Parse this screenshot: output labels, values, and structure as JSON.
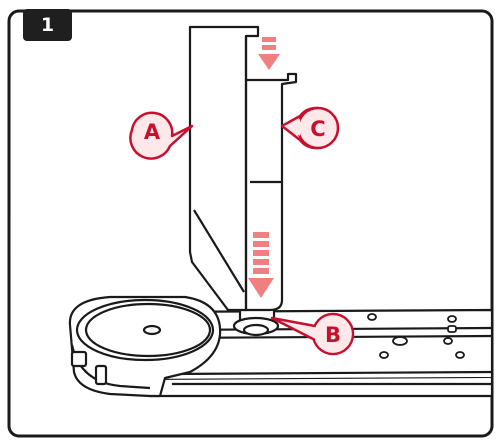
{
  "step": {
    "number": "1"
  },
  "callouts": {
    "a": {
      "letter": "A"
    },
    "b": {
      "letter": "B"
    },
    "c": {
      "letter": "C"
    }
  },
  "colors": {
    "accent_red": "#c8102e",
    "arrow_pink": "#f08080",
    "callout_fill": "#fde8ea",
    "line": "#1a1a1a",
    "badge": "#1f1f1f"
  },
  "icons": {
    "down_arrow_top": "dashed-down-arrow-icon",
    "down_arrow_bottom": "dashed-down-arrow-icon"
  }
}
